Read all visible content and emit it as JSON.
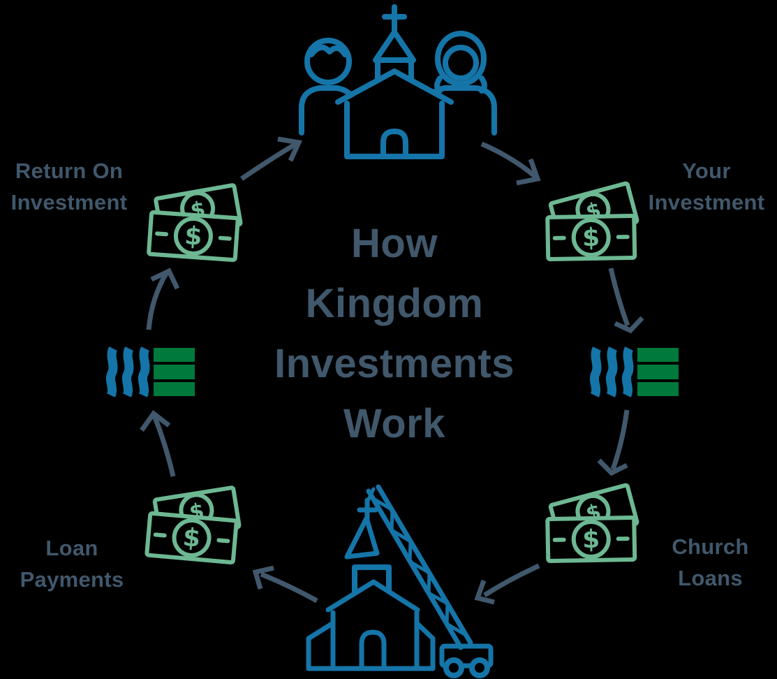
{
  "colors": {
    "background": "#000000",
    "blue": "#1575a8",
    "green_dark": "#00793c",
    "green_light": "#6db893",
    "slate": "#41586c"
  },
  "title": {
    "text": "How\nKingdom\nInvestments\nWork"
  },
  "labels": {
    "your_investment": "Your\nInvestment",
    "church_loans": "Church\nLoans",
    "loan_payments": "Loan\nPayments",
    "return_on_investment": "Return On\nInvestment"
  },
  "money": {
    "symbol": "$"
  },
  "icons": {
    "top": "church-with-congregation-icon",
    "right_middle": "waves-and-bars-logo-icon",
    "left_middle": "waves-and-bars-logo-icon",
    "bottom": "church-under-construction-with-crane-icon",
    "money_bills": "dollar-bills-icon",
    "arrows": "curved-cycle-arrow-icon"
  }
}
